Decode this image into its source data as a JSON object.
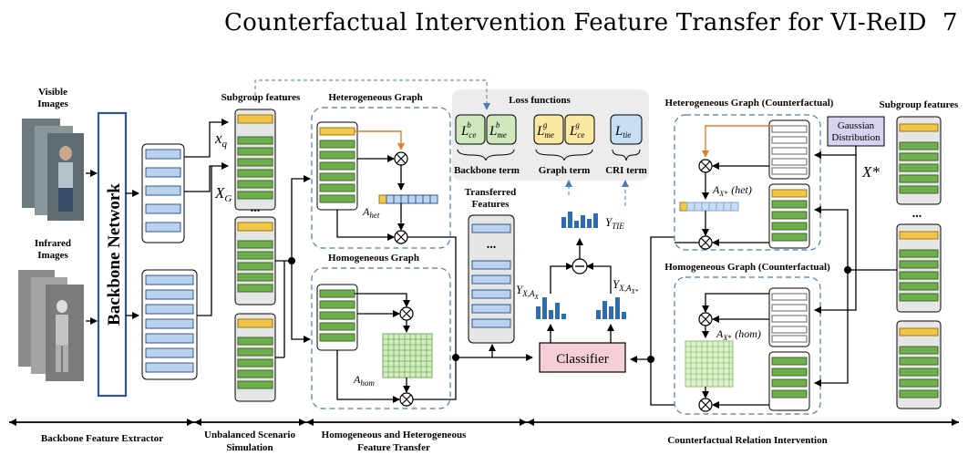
{
  "header": {
    "title": "Counterfactual Intervention Feature Transfer for VI-ReID",
    "page_number": "7"
  },
  "figure": {
    "inputs": {
      "visible_label_1": "Visible",
      "visible_label_2": "Images",
      "infrared_label_1": "Infrared",
      "infrared_label_2": "Images"
    },
    "backbone_network": "Backbone Network",
    "subgroup_features_left": "Subgroup features",
    "subgroup_features_right": "Subgroup features",
    "xq": "x",
    "xq_sub": "q",
    "xg": "X",
    "xg_sub": "G",
    "heterogeneous_graph": "Heterogeneous Graph",
    "homogeneous_graph": "Homogeneous Graph",
    "a_het": "A",
    "a_het_sub": "het",
    "a_hom": "A",
    "a_hom_sub": "hom",
    "loss_functions": "Loss  functions",
    "loss_backbone_1": "L",
    "loss_backbone_1_sub": "ce",
    "loss_backbone_1_sup": "b",
    "loss_backbone_2": "L",
    "loss_backbone_2_sub": "me",
    "loss_backbone_2_sup": "b",
    "loss_graph_1": "L",
    "loss_graph_1_sub": "me",
    "loss_graph_1_sup": "g",
    "loss_graph_2": "L",
    "loss_graph_2_sub": "ce",
    "loss_graph_2_sup": "g",
    "loss_cri": "L",
    "loss_cri_sub": "tie",
    "backbone_term": "Backbone term",
    "graph_term": "Graph term",
    "cri_term": "CRI term",
    "transferred_features_1": "Transferred",
    "transferred_features_2": "Features",
    "y_tie": "Y",
    "y_tie_sub": "TIE",
    "y_xa": "Y",
    "y_xa_sub": "X,A",
    "y_xa_subsub": "X",
    "y_xastar": "Y",
    "y_xastar_sub": "X,A",
    "y_xastar_subsub": "X*",
    "classifier": "Classifier",
    "het_cf_title": "Heterogeneous Graph (Counterfactual)",
    "hom_cf_title": "Homogeneous Graph (Counterfactual)",
    "gaussian_1": "Gaussian",
    "gaussian_2": "Distribution",
    "x_star": "X*",
    "a_xstar_het": "A",
    "a_xstar_het_sub": "X*",
    "a_xstar_het_paren": "(het)",
    "a_xstar_hom": "A",
    "a_xstar_hom_sub": "X*",
    "a_xstar_hom_paren": "(hom)",
    "ellipsis": "...",
    "stages": [
      {
        "label_1": "Backbone Feature Extractor",
        "label_2": ""
      },
      {
        "label_1": "Unbalanced Scenario",
        "label_2": "Simulation"
      },
      {
        "label_1": "Homogeneous and Heterogeneous",
        "label_2": "Feature Transfer"
      },
      {
        "label_1": "Counterfactual Relation Intervention",
        "label_2": ""
      }
    ],
    "colors": {
      "blue_feature": "#b9d3ec",
      "green_feature": "#6fae4d",
      "yellow_feature": "#f2c64a",
      "orange_arrow": "#e67e22",
      "classifier_fill": "#f6cfd6",
      "gaussian_fill": "#d8d2ee",
      "loss_green": "#cfe8bd",
      "loss_yellow": "#fbe9a2",
      "loss_blue": "#c7def5",
      "dashed_blue": "#4a7ab8"
    }
  }
}
